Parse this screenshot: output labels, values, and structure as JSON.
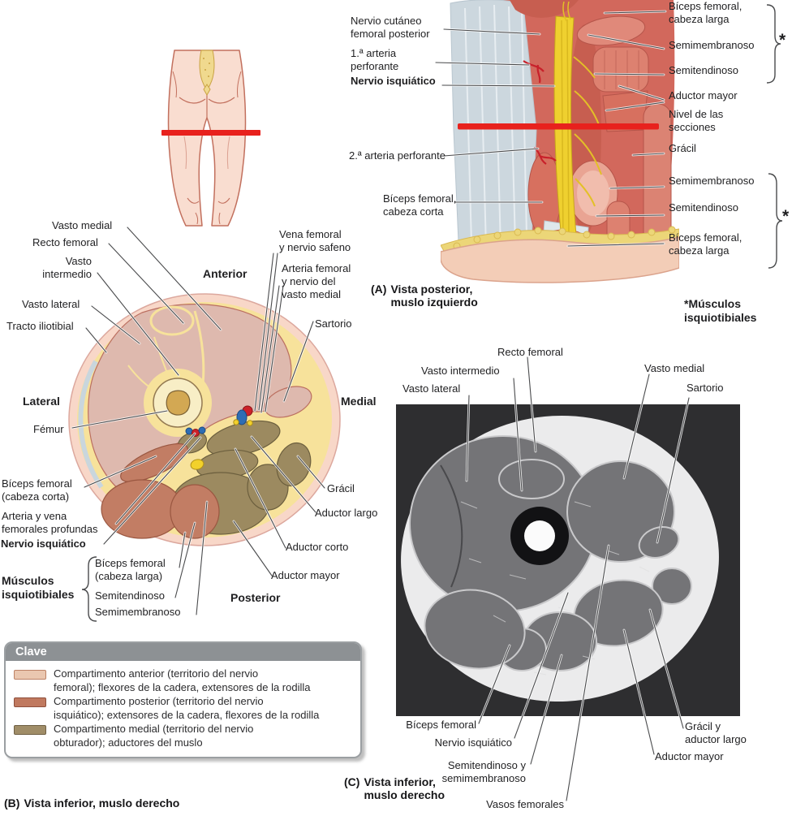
{
  "panel_a": {
    "left_labels": [
      "Nervio cutáneo\nfemoral posterior",
      "1.ª arteria\nperforante",
      "Nervio isquiático",
      "2.ª arteria perforante",
      "Bíceps femoral,\ncabeza corta"
    ],
    "right_labels": [
      "Bíceps femoral,\ncabeza larga",
      "Semimembranoso",
      "Semitendinoso",
      "Aductor mayor",
      "Nivel de las\nsecciones",
      "Grácil",
      "Semimembranoso",
      "Semitendinoso",
      "Bíceps femoral,\ncabeza larga"
    ],
    "asterisk": "*",
    "footnote": "*Músculos\nisquiotibiales",
    "caption_tag": "(A)",
    "caption_text": "Vista posterior,\nmuslo izquierdo"
  },
  "panel_b": {
    "labels": {
      "vasto_medial": "Vasto medial",
      "recto_femoral": "Recto femoral",
      "vasto_intermedio": "Vasto\nintermedio",
      "vasto_lateral": "Vasto lateral",
      "tracto_iliotibial": "Tracto iliotibial",
      "femur": "Fémur",
      "biceps_corta": "Bíceps femoral\n(cabeza corta)",
      "arteria_vena": "Arteria y vena\nfemorales profundas",
      "nervio_isquiatico": "Nervio isquiático",
      "musculos": "Músculos\nisquiotibiales",
      "biceps_larga": "Bíceps femoral\n(cabeza larga)",
      "semitendinoso": "Semitendinoso",
      "semimembranoso": "Semimembranoso",
      "anterior": "Anterior",
      "lateral": "Lateral",
      "medial": "Medial",
      "posterior": "Posterior",
      "vena_femoral": "Vena femoral\ny nervio safeno",
      "arteria_femoral": "Arteria femoral\ny nervio del\nvasto medial",
      "sartorio": "Sartorio",
      "gracil": "Grácil",
      "aductor_largo": "Aductor largo",
      "aductor_corto": "Aductor corto",
      "aductor_mayor": "Aductor mayor"
    },
    "caption_tag": "(B)",
    "caption_text": "Vista inferior, muslo derecho"
  },
  "panel_c": {
    "labels": {
      "recto_femoral": "Recto femoral",
      "vasto_intermedio": "Vasto intermedio",
      "vasto_lateral": "Vasto lateral",
      "vasto_medial": "Vasto medial",
      "sartorio": "Sartorio",
      "biceps_femoral": "Bíceps femoral",
      "nervio_isquiatico": "Nervio isquiático",
      "semitendinoso_semimembranoso": "Semitendinoso y\nsemimembranoso",
      "vasos_femorales": "Vasos femorales",
      "gracil_aductor_largo": "Grácil y\naductor largo",
      "aductor_mayor": "Aductor mayor"
    },
    "caption_tag": "(C)",
    "caption_text": "Vista inferior,\nmuslo derecho"
  },
  "legend": {
    "title": "Clave",
    "items": [
      {
        "swatch": "#eac7b0",
        "swatch_border": "#bd8266",
        "text": "Compartimento anterior (territorio del nervio\nfemoral); flexores de la cadera, extensores de la rodilla"
      },
      {
        "swatch": "#c0795f",
        "swatch_border": "#8e4f3c",
        "text": "Compartimento posterior (territorio del nervio\nisquiático); extensores de la cadera, flexores de la rodilla"
      },
      {
        "swatch": "#a08d68",
        "swatch_border": "#6f6044",
        "text": "Compartimento medial (territorio del nervio\nobturador); aductores del muslo"
      }
    ]
  },
  "colors": {
    "section_line": "#e8211d",
    "anterior_compartment": "#deb9ae",
    "posterior_compartment": "#c27d64",
    "medial_compartment": "#9c8a60",
    "fat": "#f7e29b",
    "skin": "#f8d7c8",
    "nerve": "#f0d02e",
    "artery": "#cc2229",
    "vein": "#2e6db4"
  }
}
